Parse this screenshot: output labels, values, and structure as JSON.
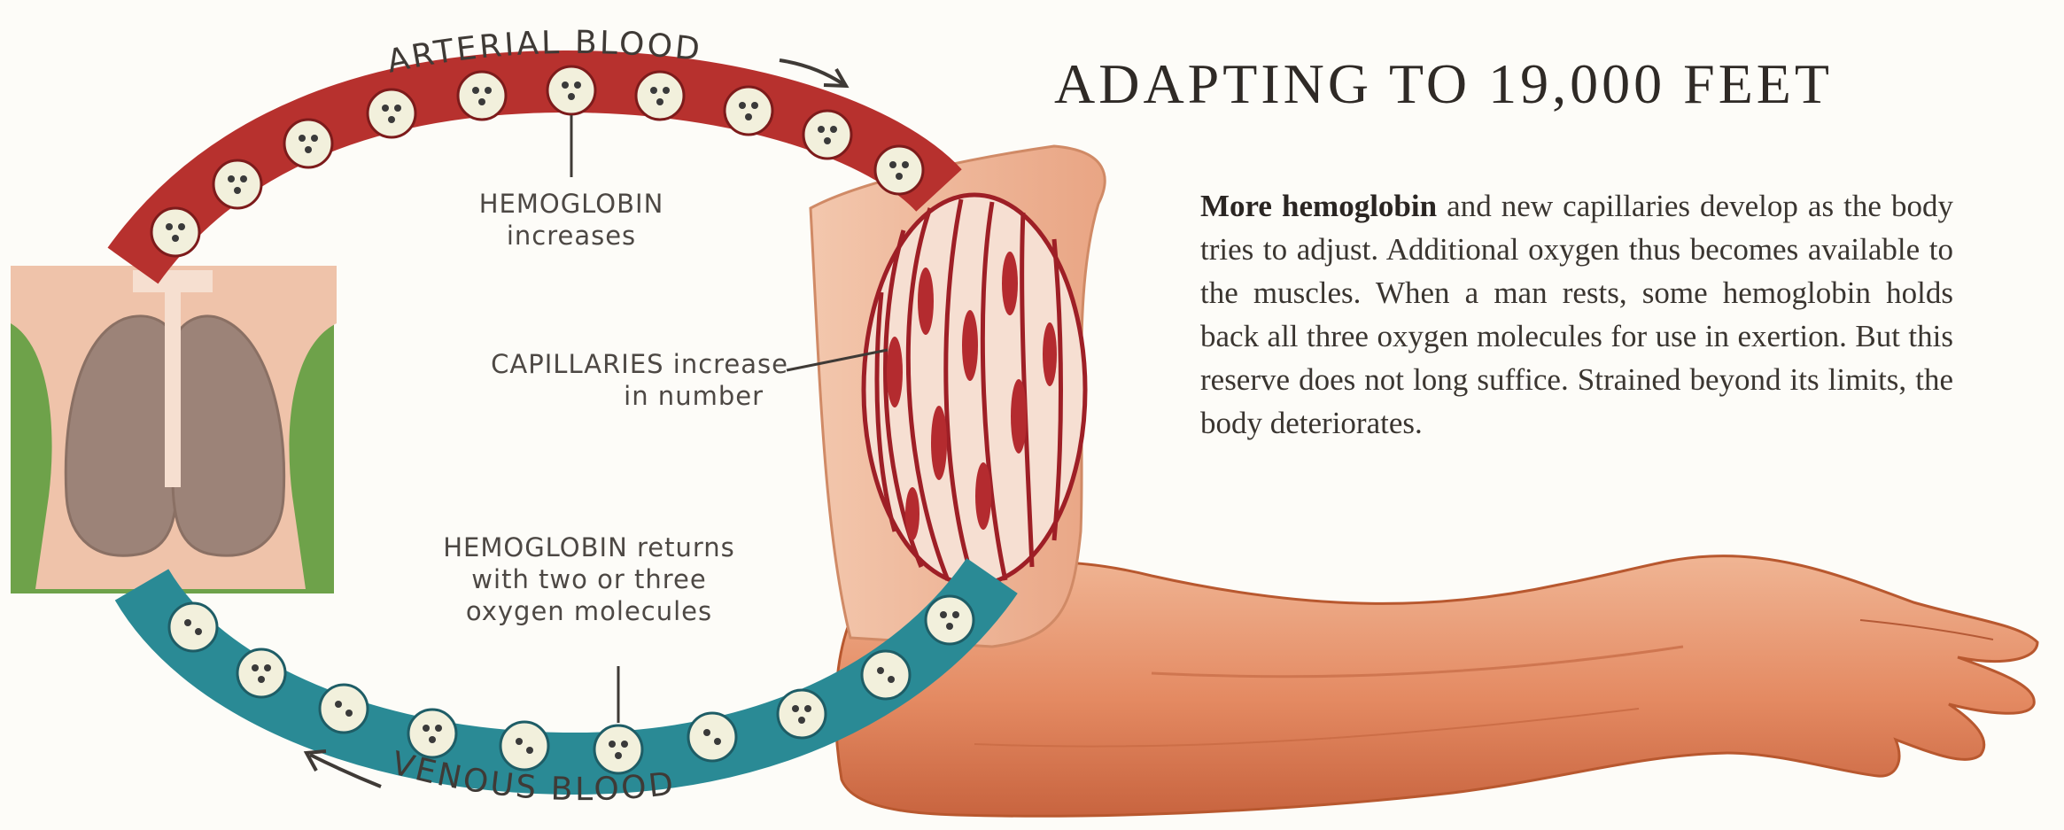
{
  "heading": "ADAPTING TO 19,000 FEET",
  "paragraph": {
    "lead": "More hemoglobin",
    "text": " and new capillaries develop as the body tries to adjust. Additional oxygen thus becomes available to the muscles. When a man rests, some hemoglobin holds back all three oxygen molecules for use in exertion. But this reserve does not long suffice. Strained beyond its limits, the body deteriorates."
  },
  "labels": {
    "arterial": "ARTERIAL BLOOD",
    "venous": "VENOUS BLOOD",
    "hemoglobin_increase_1": "HEMOGLOBIN",
    "hemoglobin_increase_2": "increases",
    "capillaries_1": "CAPILLARIES increase",
    "capillaries_2": "in number",
    "returns_1": "HEMOGLOBIN returns",
    "returns_2": "with two or three",
    "returns_3": "oxygen molecules"
  },
  "colors": {
    "arterial": "#b7312e",
    "venous": "#2a8a95",
    "cell": "#f2f0dc",
    "skin": "#e79b78",
    "lung": "#9c8378",
    "green": "#6ea24a"
  }
}
